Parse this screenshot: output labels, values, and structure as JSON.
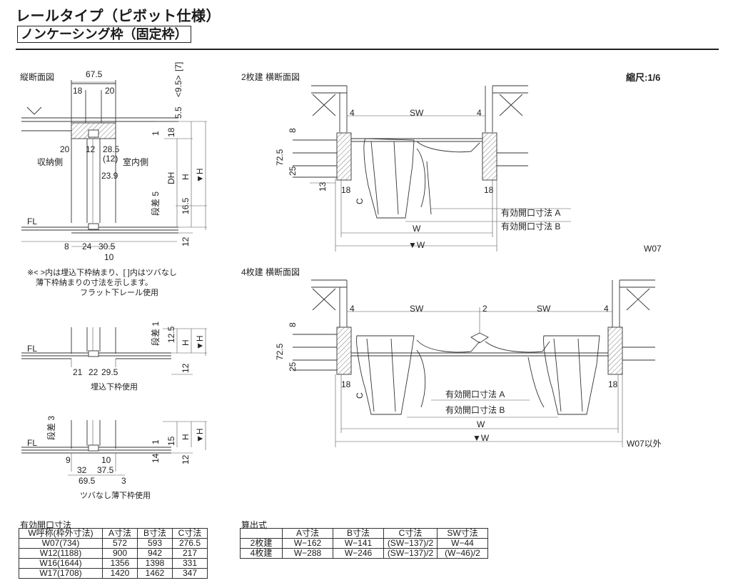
{
  "header": {
    "title": "レールタイプ（ピボット仕様）",
    "subtitle": "ノンケーシング枠（固定枠）",
    "scale": "縮尺:1/6"
  },
  "vertical_section": {
    "label": "縦断面図",
    "dims": {
      "d67_5": "67.5",
      "d18": "18",
      "d20": "20",
      "d5_5": "5.5",
      "d9_5": "<9.5>",
      "d7": "[7]",
      "d18b": "18",
      "d1": "1",
      "d20b": "20",
      "d12": "12",
      "d28_5": "28.5",
      "d12p": "(12)",
      "d23_9": "23.9",
      "dh": "DH",
      "h": "H",
      "h_arrow": "▼H",
      "d16_5": "16.5",
      "step5": "段差 5",
      "d12b": "12",
      "d8": "8",
      "d24": "24",
      "d30_5": "30.5",
      "d10": "10"
    },
    "side_storage": "収納側",
    "side_room": "室内側",
    "fl": "FL"
  },
  "note": {
    "line1": "※< >内は埋込下枠納まり、[ ]内はツバなし",
    "line2": "薄下枠納まりの寸法を示します。",
    "caption": "フラット下レール使用"
  },
  "embedded_section": {
    "fl": "FL",
    "step1": "段差 1",
    "d12_5": "12.5",
    "h": "H",
    "h_arrow": "▼H",
    "d12": "12",
    "d21": "21",
    "d22": "22",
    "d29_5": "29.5",
    "caption": "埋込下枠使用"
  },
  "thin_section": {
    "fl": "FL",
    "step3": "段差 3",
    "d1": "1",
    "d15": "15",
    "h": "H",
    "h_arrow": "▼H",
    "d14": "14",
    "d12": "12",
    "d9": "9",
    "d10": "10",
    "d32": "32",
    "d37_5": "37.5",
    "d69_5": "69.5",
    "d3": "3",
    "caption": "ツバなし薄下枠使用"
  },
  "plan_2": {
    "label": "2枚建 横断面図",
    "d4a": "4",
    "sw": "SW",
    "d4b": "4",
    "d8": "8",
    "d72_5": "72.5",
    "d25": "25",
    "d13": "13",
    "d18a": "18",
    "d18b": "18",
    "c": "C",
    "open_a": "有効開口寸法 A",
    "open_b": "有効開口寸法 B",
    "w": "W",
    "w_arrow": "▼W",
    "model": "W07"
  },
  "plan_4": {
    "label": "4枚建 横断面図",
    "d4a": "4",
    "sw1": "SW",
    "d2": "2",
    "sw2": "SW",
    "d4b": "4",
    "d8": "8",
    "d72_5": "72.5",
    "d25": "25",
    "d18a": "18",
    "d18b": "18",
    "c": "C",
    "open_a": "有効開口寸法 A",
    "open_b": "有効開口寸法 B",
    "w": "W",
    "w_arrow": "▼W",
    "model": "W07以外"
  },
  "opening_table": {
    "caption": "有効開口寸法",
    "headers": [
      "W呼称(枠外寸法)",
      "A寸法",
      "B寸法",
      "C寸法"
    ],
    "rows": [
      [
        "W07(734)",
        "572",
        "593",
        "276.5"
      ],
      [
        "W12(1188)",
        "900",
        "942",
        "217"
      ],
      [
        "W16(1644)",
        "1356",
        "1398",
        "331"
      ],
      [
        "W17(1708)",
        "1420",
        "1462",
        "347"
      ]
    ]
  },
  "formula_table": {
    "caption": "算出式",
    "headers": [
      "",
      "A寸法",
      "B寸法",
      "C寸法",
      "SW寸法"
    ],
    "rows": [
      [
        "2枚建",
        "W−162",
        "W−141",
        "(SW−137)/2",
        "W−44"
      ],
      [
        "4枚建",
        "W−288",
        "W−246",
        "(SW−137)/2",
        "(W−46)/2"
      ]
    ]
  }
}
